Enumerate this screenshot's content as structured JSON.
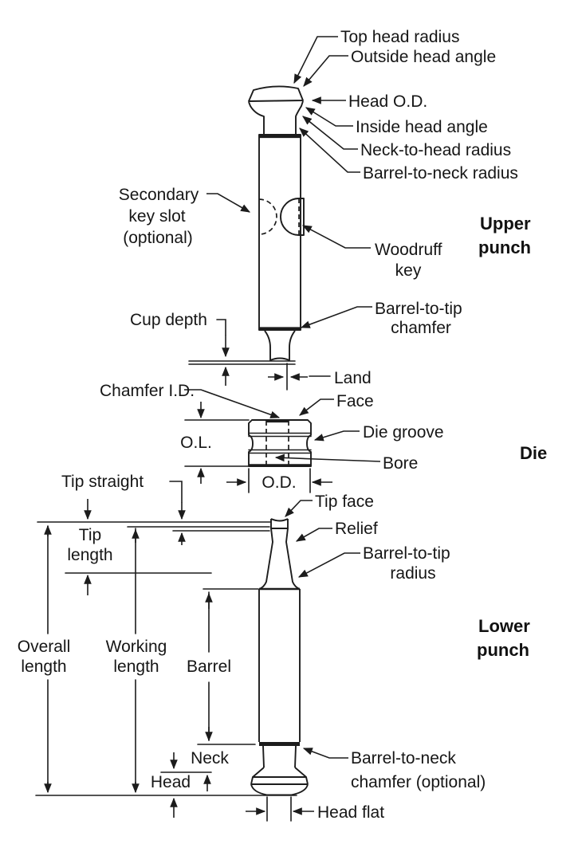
{
  "page": {
    "background": "#ffffff",
    "ink": "#1c1c1c"
  },
  "labels": {
    "top_head_radius": "Top head radius",
    "outside_head_angle": "Outside head angle",
    "head_od": "Head O.D.",
    "inside_head_angle": "Inside head angle",
    "neck_to_head_radius": "Neck-to-head radius",
    "barrel_to_neck_radius": "Barrel-to-neck radius",
    "secondary_key_slot": [
      "Secondary",
      "key slot",
      "(optional)"
    ],
    "woodruff_key": [
      "Woodruff",
      "key"
    ],
    "upper_punch": [
      "Upper",
      "punch"
    ],
    "barrel_to_tip_chamfer": [
      "Barrel-to-tip",
      "chamfer"
    ],
    "cup_depth": "Cup depth",
    "land": "Land",
    "chamfer_id": "Chamfer I.D.",
    "face": "Face",
    "die_groove": "Die groove",
    "ol": "O.L.",
    "bore": "Bore",
    "od": "O.D.",
    "die": "Die",
    "tip_straight": "Tip straight",
    "tip_face": "Tip face",
    "relief": "Relief",
    "barrel_to_tip_radius": [
      "Barrel-to-tip",
      "radius"
    ],
    "lower_punch": [
      "Lower",
      "punch"
    ],
    "overall_length": [
      "Overall",
      "length"
    ],
    "working_length": [
      "Working",
      "length"
    ],
    "tip_length": [
      "Tip",
      "length"
    ],
    "barrel": "Barrel",
    "neck": "Neck",
    "head": "Head",
    "barrel_to_neck_chamfer": [
      "Barrel-to-neck",
      "chamfer (optional)"
    ],
    "head_flat": "Head flat"
  }
}
